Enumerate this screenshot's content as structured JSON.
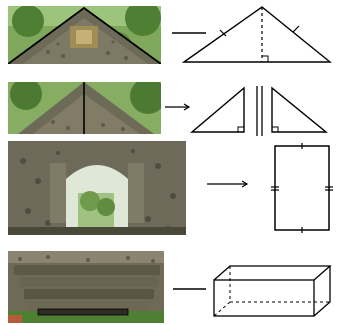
{
  "rows": [
    {
      "photo": "gable-ruin-photo",
      "shape": "isosceles-triangle-with-height"
    },
    {
      "photo": "gable-ruin-split-photo",
      "shape": "two-right-triangles"
    },
    {
      "photo": "stone-arch-gateway-photo",
      "shape": "rectangle"
    },
    {
      "photo": "stone-steps-photo",
      "shape": "rectangular-prism"
    }
  ],
  "colors": {
    "stone": "#6b6a5c",
    "stone_dark": "#3d3b33",
    "foliage": "#4d7a33",
    "foliage_light": "#8fb86a",
    "sky": "#e9eee6",
    "line": "#000000"
  }
}
